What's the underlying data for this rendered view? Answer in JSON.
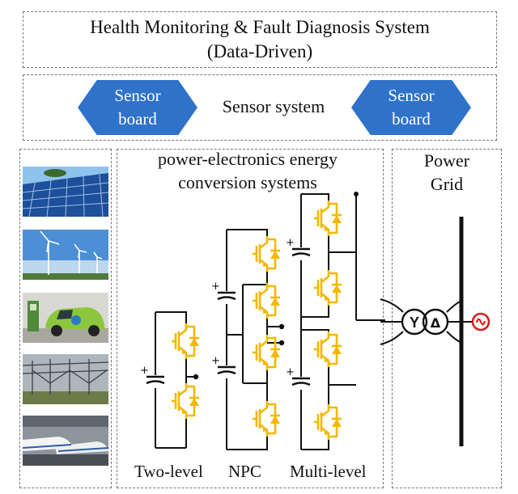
{
  "title": {
    "line1": "Health Monitoring & Fault Diagnosis System",
    "line2": "(Data-Driven)"
  },
  "sensor": {
    "left_board": [
      "Sensor",
      "board"
    ],
    "center_label": "Sensor system",
    "right_board": [
      "Sensor",
      "board"
    ],
    "board_color": "#2f72c9"
  },
  "conversion": {
    "title_line1": "power-electronics energy",
    "title_line2": "conversion systems",
    "labels": [
      "Two-level",
      "NPC",
      "Multi-level"
    ],
    "igbt_color": "#f2b800"
  },
  "grid": {
    "title_line1": "Power",
    "title_line2": "Grid",
    "transformer_labels": [
      "Y",
      "Δ"
    ],
    "source_color": "#d42020"
  },
  "applications": [
    {
      "icon": "solar-panel-photo"
    },
    {
      "icon": "wind-turbine-photo"
    },
    {
      "icon": "ev-charging-photo"
    },
    {
      "icon": "substation-photo"
    },
    {
      "icon": "high-speed-train-photo"
    }
  ]
}
